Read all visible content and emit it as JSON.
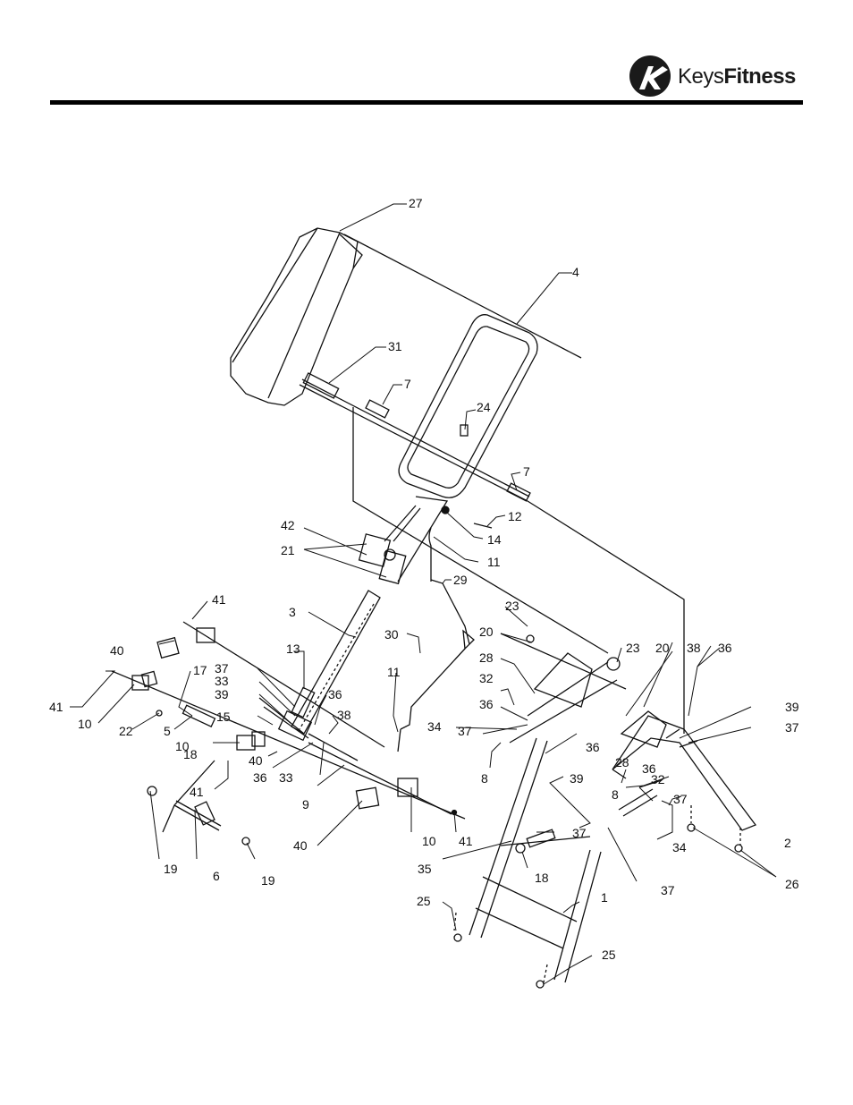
{
  "brand": {
    "name_part1": "Keys",
    "name_part2": "Fitness",
    "logo_icon": "keys-k-logo-icon"
  },
  "diagram": {
    "callouts": [
      {
        "id": "p27",
        "label": "27"
      },
      {
        "id": "p4",
        "label": "4"
      },
      {
        "id": "p31",
        "label": "31"
      },
      {
        "id": "p7a",
        "label": "7"
      },
      {
        "id": "p24",
        "label": "24"
      },
      {
        "id": "p7b",
        "label": "7"
      },
      {
        "id": "p12",
        "label": "12"
      },
      {
        "id": "p14",
        "label": "14"
      },
      {
        "id": "p11a",
        "label": "11"
      },
      {
        "id": "p42",
        "label": "42"
      },
      {
        "id": "p21",
        "label": "21"
      },
      {
        "id": "p29",
        "label": "29"
      },
      {
        "id": "p41a",
        "label": "41"
      },
      {
        "id": "p3",
        "label": "3"
      },
      {
        "id": "p23a",
        "label": "23"
      },
      {
        "id": "p20a",
        "label": "20"
      },
      {
        "id": "p30",
        "label": "30"
      },
      {
        "id": "p40a",
        "label": "40"
      },
      {
        "id": "p13",
        "label": "13"
      },
      {
        "id": "p28a",
        "label": "28"
      },
      {
        "id": "p23b",
        "label": "23"
      },
      {
        "id": "p20b",
        "label": "20"
      },
      {
        "id": "p38a",
        "label": "38"
      },
      {
        "id": "p36a",
        "label": "36"
      },
      {
        "id": "p37a",
        "label": "37"
      },
      {
        "id": "p17",
        "label": "17"
      },
      {
        "id": "p33a",
        "label": "33"
      },
      {
        "id": "p11b",
        "label": "11"
      },
      {
        "id": "p36b",
        "label": "36"
      },
      {
        "id": "p32a",
        "label": "32"
      },
      {
        "id": "p41b",
        "label": "41"
      },
      {
        "id": "p39a",
        "label": "39"
      },
      {
        "id": "p38b",
        "label": "38"
      },
      {
        "id": "p36c",
        "label": "36"
      },
      {
        "id": "p36d",
        "label": "36"
      },
      {
        "id": "p10a",
        "label": "10"
      },
      {
        "id": "p22",
        "label": "22"
      },
      {
        "id": "p5",
        "label": "5"
      },
      {
        "id": "p15",
        "label": "15"
      },
      {
        "id": "p34a",
        "label": "34"
      },
      {
        "id": "p37b",
        "label": "37"
      },
      {
        "id": "p39b",
        "label": "39"
      },
      {
        "id": "p37c",
        "label": "37"
      },
      {
        "id": "p18a",
        "label": "18"
      },
      {
        "id": "p40b",
        "label": "40"
      },
      {
        "id": "p28b",
        "label": "28"
      },
      {
        "id": "p10b",
        "label": "10"
      },
      {
        "id": "p36e",
        "label": "36"
      },
      {
        "id": "p33b",
        "label": "33"
      },
      {
        "id": "p8a",
        "label": "8"
      },
      {
        "id": "p39c",
        "label": "39"
      },
      {
        "id": "p36f",
        "label": "36"
      },
      {
        "id": "p32b",
        "label": "32"
      },
      {
        "id": "p41c",
        "label": "41"
      },
      {
        "id": "p9",
        "label": "9"
      },
      {
        "id": "p8b",
        "label": "8"
      },
      {
        "id": "p37d",
        "label": "37"
      },
      {
        "id": "p37e",
        "label": "37"
      },
      {
        "id": "p2",
        "label": "2"
      },
      {
        "id": "p40c",
        "label": "40"
      },
      {
        "id": "p10c",
        "label": "10"
      },
      {
        "id": "p41d",
        "label": "41"
      },
      {
        "id": "p34b",
        "label": "34"
      },
      {
        "id": "p35",
        "label": "35"
      },
      {
        "id": "p18b",
        "label": "18"
      },
      {
        "id": "p19a",
        "label": "19"
      },
      {
        "id": "p6",
        "label": "6"
      },
      {
        "id": "p19b",
        "label": "19"
      },
      {
        "id": "p37f",
        "label": "37"
      },
      {
        "id": "p26",
        "label": "26"
      },
      {
        "id": "p1",
        "label": "1"
      },
      {
        "id": "p25a",
        "label": "25"
      },
      {
        "id": "p25b",
        "label": "25"
      }
    ]
  }
}
